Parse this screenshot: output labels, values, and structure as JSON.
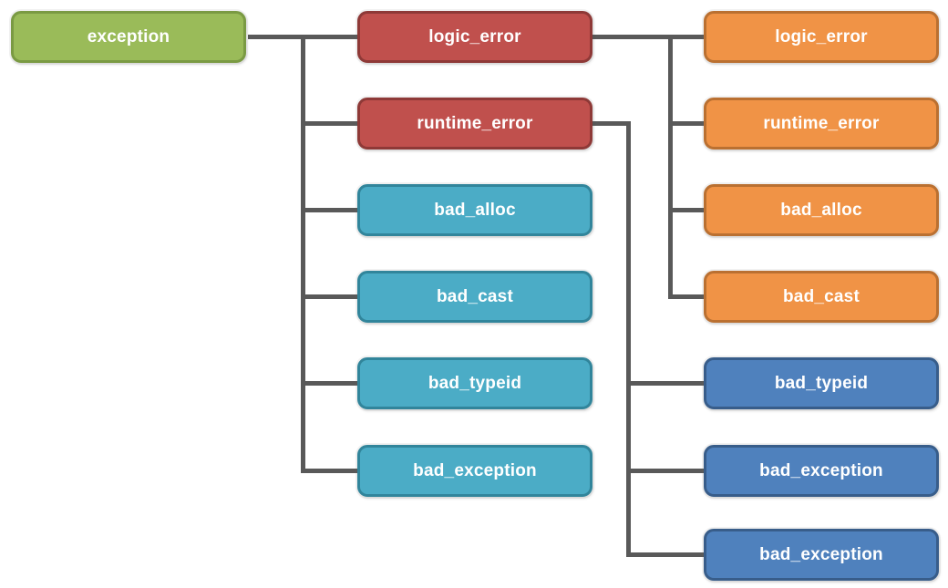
{
  "diagram": {
    "type": "tree",
    "connector_color": "#595959",
    "colors": {
      "green": {
        "fill": "#9ABB59",
        "border": "#7A9A43"
      },
      "red": {
        "fill": "#C0504D",
        "border": "#8E3937"
      },
      "teal": {
        "fill": "#4BACC6",
        "border": "#31859B"
      },
      "orange": {
        "fill": "#F09346",
        "border": "#BA7031"
      },
      "blue": {
        "fill": "#4F81BD",
        "border": "#385D8A"
      }
    },
    "nodes": [
      {
        "id": "exception",
        "label": "exception",
        "color": "green"
      },
      {
        "id": "logic_error_mid",
        "label": "logic_error",
        "color": "red"
      },
      {
        "id": "runtime_error_mid",
        "label": "runtime_error",
        "color": "red"
      },
      {
        "id": "bad_alloc_mid",
        "label": "bad_alloc",
        "color": "teal"
      },
      {
        "id": "bad_cast_mid",
        "label": "bad_cast",
        "color": "teal"
      },
      {
        "id": "bad_typeid_mid",
        "label": "bad_typeid",
        "color": "teal"
      },
      {
        "id": "bad_exception_mid",
        "label": "bad_exception",
        "color": "teal"
      },
      {
        "id": "logic_error_right",
        "label": "logic_error",
        "color": "orange"
      },
      {
        "id": "runtime_error_right",
        "label": "runtime_error",
        "color": "orange"
      },
      {
        "id": "bad_alloc_right",
        "label": "bad_alloc",
        "color": "orange"
      },
      {
        "id": "bad_cast_right",
        "label": "bad_cast",
        "color": "orange"
      },
      {
        "id": "bad_typeid_right",
        "label": "bad_typeid",
        "color": "blue"
      },
      {
        "id": "bad_exception_right",
        "label": "bad_exception",
        "color": "blue"
      },
      {
        "id": "bad_exception_right2",
        "label": "bad_exception",
        "color": "blue"
      }
    ],
    "edges": [
      {
        "from": "exception",
        "to": [
          "logic_error_mid",
          "runtime_error_mid",
          "bad_alloc_mid",
          "bad_cast_mid",
          "bad_typeid_mid",
          "bad_exception_mid"
        ]
      },
      {
        "from": "logic_error_mid",
        "to": [
          "logic_error_right",
          "runtime_error_right",
          "bad_alloc_right",
          "bad_cast_right"
        ]
      },
      {
        "from": "runtime_error_mid",
        "to": [
          "bad_typeid_right",
          "bad_exception_right",
          "bad_exception_right2"
        ]
      }
    ]
  }
}
